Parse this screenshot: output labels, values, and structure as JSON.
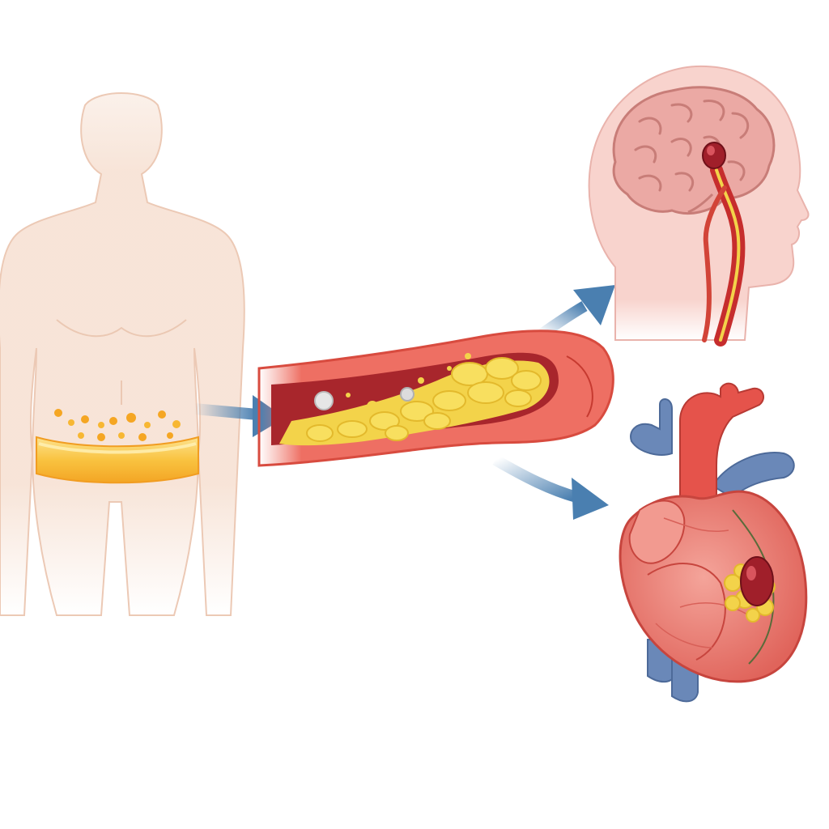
{
  "diagram": {
    "panels": [
      "body-abdominal-fat",
      "artery-plaque",
      "brain-head",
      "heart"
    ],
    "arrows": [
      {
        "from": "body-abdominal-fat",
        "to": "artery-plaque"
      },
      {
        "from": "artery-plaque",
        "to": "brain-head"
      },
      {
        "from": "artery-plaque",
        "to": "heart"
      }
    ],
    "labels": []
  },
  "colors": {
    "skin": "#f6ddcc",
    "skin_outline": "#e8c2ac",
    "fat_band": "#f7b733",
    "fat_band_light": "#fde08a",
    "fat_droplet": "#f5a623",
    "artery_wall": "#e2574c",
    "artery_inner": "#a8262c",
    "plaque": "#f3d34a",
    "arrow": "#4a7fb0",
    "brain": "#e9a3a0",
    "head": "#f7c9c4",
    "heart": "#e9736b",
    "aorta": "#e5534b",
    "vein": "#6a88b8",
    "clot": "#a01f2a"
  }
}
